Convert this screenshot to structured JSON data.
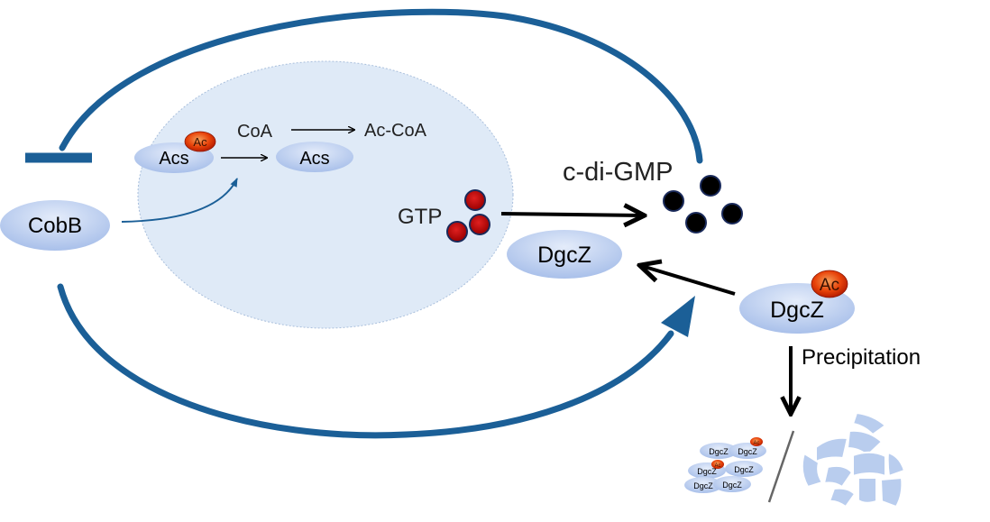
{
  "nodes": {
    "cobb": "CobB",
    "acs_acetylated": "Acs",
    "acs": "Acs",
    "coa": "CoA",
    "ac_coa": "Ac-CoA",
    "gtp": "GTP",
    "c_di_gmp": "c-di-GMP",
    "dgcz_active": "DgcZ",
    "dgcz_acetylated": "DgcZ",
    "precipitation": "Precipitation"
  },
  "acetyl_badge": "Ac",
  "precipitate_labels": [
    "DgcZ",
    "DgcZ",
    "DgcZ",
    "DgcZ",
    "DgcZ",
    "DgcZ"
  ],
  "colors": {
    "loop": "#1b5f97",
    "cell_fill": "#dfeaf7",
    "protein_fill": "#b9cdee",
    "gtp_fill": "#c00000",
    "cdigmp_fill": "#000000",
    "acetyl_fill": "#e8430a"
  }
}
